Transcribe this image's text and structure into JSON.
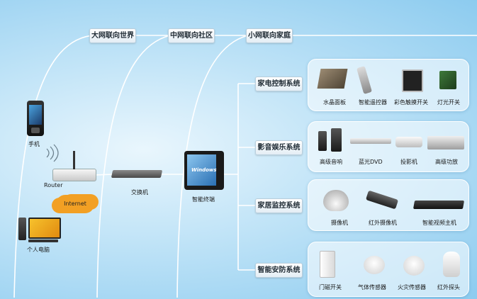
{
  "levels": {
    "world": "大网联向世界",
    "community": "中网联向社区",
    "home": "小网联向家庭"
  },
  "left_devices": {
    "phone": "手机",
    "router": "Router",
    "internet": "Internet",
    "pc": "个人电脑",
    "switch": "交换机",
    "terminal": "智能终端",
    "terminal_brand": "Windows"
  },
  "systems": [
    {
      "name": "家电控制系统",
      "devices": [
        "水晶面板",
        "智能遥控器",
        "彩色触摸开关",
        "灯光开关"
      ]
    },
    {
      "name": "影音娱乐系统",
      "devices": [
        "高级音响",
        "蓝光DVD",
        "投影机",
        "高级功放"
      ]
    },
    {
      "name": "家居监控系统",
      "devices": [
        "摄像机",
        "红外摄像机",
        "智能视频主机"
      ]
    },
    {
      "name": "智能安防系统",
      "devices": [
        "门磁开关",
        "气体传感器",
        "火灾传感器",
        "红外探头"
      ]
    }
  ],
  "colors": {
    "line": "#ffffff",
    "bus": "#ffffff",
    "internet": "#f2a024",
    "router": "#e8e8e8"
  }
}
